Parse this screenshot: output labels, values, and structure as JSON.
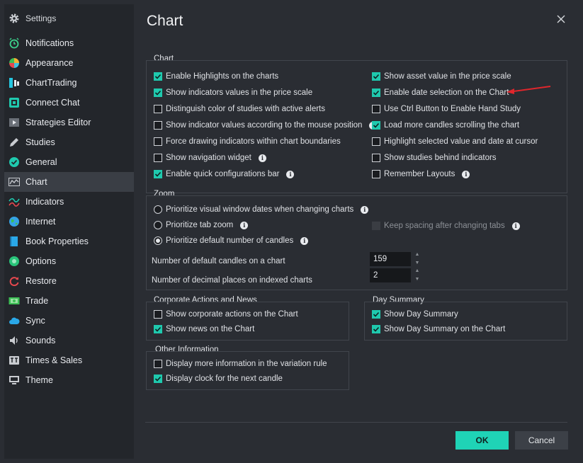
{
  "sidebar": {
    "header_title": "Settings",
    "header_icon": "gear-icon",
    "items": [
      {
        "label": "Notifications",
        "icon": "alarm-clock-icon",
        "color": "#3dd18c"
      },
      {
        "label": "Appearance",
        "icon": "palette-icon",
        "color": "#f2b233"
      },
      {
        "label": "ChartTrading",
        "icon": "chart-trading-icon",
        "color": "#25c6e0"
      },
      {
        "label": "Connect Chat",
        "icon": "connect-chat-icon",
        "color": "#1fc9ae"
      },
      {
        "label": "Strategies Editor",
        "icon": "strategies-icon",
        "color": "#9aa0a8"
      },
      {
        "label": "Studies",
        "icon": "pencil-icon",
        "color": "#c9ccd1"
      },
      {
        "label": "General",
        "icon": "check-circle-icon",
        "color": "#1fc9ae"
      },
      {
        "label": "Chart",
        "icon": "line-chart-icon",
        "color": "#c9ccd1",
        "active": true
      },
      {
        "label": "Indicators",
        "icon": "indicators-icon",
        "color": "#1fc9ae"
      },
      {
        "label": "Internet",
        "icon": "globe-icon",
        "color": "#35a3e6"
      },
      {
        "label": "Book Properties",
        "icon": "book-icon",
        "color": "#2aa8e8"
      },
      {
        "label": "Options",
        "icon": "options-icon",
        "color": "#29c47a"
      },
      {
        "label": "Restore",
        "icon": "restore-icon",
        "color": "#e6484e"
      },
      {
        "label": "Trade",
        "icon": "trade-icon",
        "color": "#3dbf55"
      },
      {
        "label": "Sync",
        "icon": "cloud-icon",
        "color": "#2aa8e8"
      },
      {
        "label": "Sounds",
        "icon": "speaker-icon",
        "color": "#c9ccd1"
      },
      {
        "label": "Times & Sales",
        "icon": "times-sales-icon",
        "color": "#c9ccd1"
      },
      {
        "label": "Theme",
        "icon": "monitor-icon",
        "color": "#c9ccd1"
      }
    ]
  },
  "page": {
    "title": "Chart"
  },
  "chart_group": {
    "title": "Chart",
    "left": [
      {
        "label": "Enable Highlights on the charts",
        "checked": true,
        "info": false
      },
      {
        "label": "Show indicators values in the price scale",
        "checked": true,
        "info": false
      },
      {
        "label": "Distinguish color of studies with active alerts",
        "checked": false,
        "info": false
      },
      {
        "label": "Show indicator values according to the mouse position",
        "checked": false,
        "info": true
      },
      {
        "label": "Force drawing indicators within chart boundaries",
        "checked": false,
        "info": false
      },
      {
        "label": "Show navigation widget",
        "checked": false,
        "info": true
      },
      {
        "label": "Enable quick configurations bar",
        "checked": true,
        "info": true
      }
    ],
    "right": [
      {
        "label": "Show asset value in the price scale",
        "checked": true,
        "info": false
      },
      {
        "label": "Enable date selection on the Chart",
        "checked": true,
        "info": false
      },
      {
        "label": "Use Ctrl Button to Enable Hand Study",
        "checked": false,
        "info": false
      },
      {
        "label": "Load more candles scrolling the chart",
        "checked": true,
        "info": false
      },
      {
        "label": "Highlight selected value and date at cursor",
        "checked": false,
        "info": false
      },
      {
        "label": "Show studies behind indicators",
        "checked": false,
        "info": false
      },
      {
        "label": "Remember Layouts",
        "checked": false,
        "info": true
      }
    ]
  },
  "zoom_group": {
    "title": "Zoom",
    "radios": [
      {
        "label": "Prioritize visual window dates when changing charts",
        "selected": false
      },
      {
        "label": "Prioritize tab zoom",
        "selected": false
      },
      {
        "label": "Prioritize default number of candles",
        "selected": true
      }
    ],
    "keep_spacing": {
      "label": "Keep spacing after changing tabs",
      "checked": false,
      "disabled": true
    },
    "default_candles_label": "Number of default candles on a chart",
    "default_candles_value": "159",
    "decimal_places_label": "Number of decimal places on indexed charts",
    "decimal_places_value": "2"
  },
  "corporate_group": {
    "title": "Corporate Actions and News",
    "items": [
      {
        "label": "Show corporate actions on the Chart",
        "checked": false
      },
      {
        "label": "Show news on the Chart",
        "checked": true
      }
    ]
  },
  "day_summary_group": {
    "title": "Day Summary",
    "items": [
      {
        "label": "Show Day Summary",
        "checked": true
      },
      {
        "label": "Show Day Summary on the Chart",
        "checked": true
      }
    ]
  },
  "other_group": {
    "title": "Other Information",
    "items": [
      {
        "label": "Display more information in the variation rule",
        "checked": false
      },
      {
        "label": "Display clock for the next candle",
        "checked": true
      }
    ]
  },
  "footer": {
    "ok_label": "OK",
    "cancel_label": "Cancel"
  },
  "colors": {
    "accent": "#1fd3b6",
    "annotation_arrow": "#e0262c"
  }
}
